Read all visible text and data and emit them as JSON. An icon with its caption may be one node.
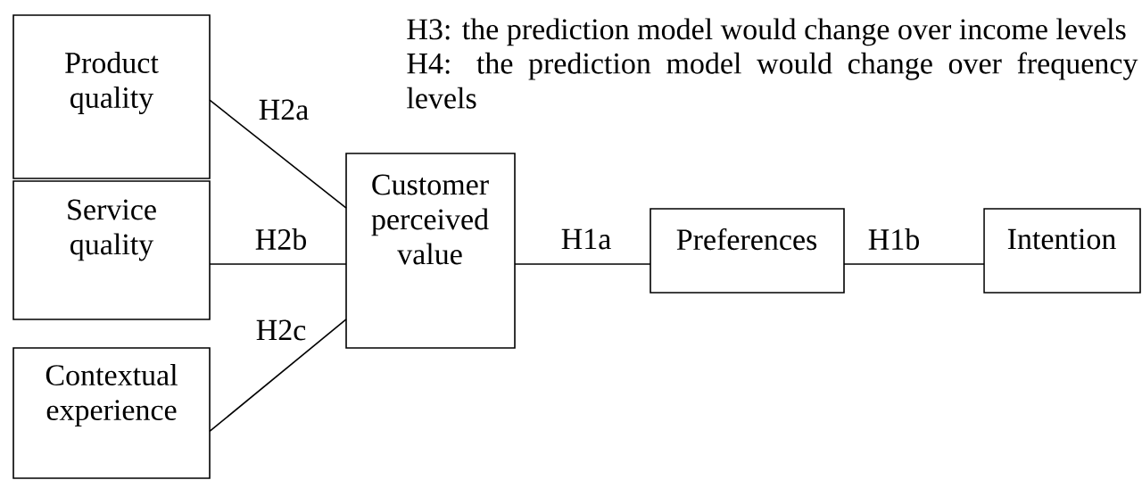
{
  "diagram": {
    "nodes": [
      {
        "text": [
          "Product quality"
        ]
      },
      {
        "text": [
          "Service quality"
        ]
      },
      {
        "text": [
          "Contextual experience"
        ]
      },
      {
        "text": [
          "Customer perceived value"
        ]
      },
      {
        "text": [
          "Preferences"
        ]
      },
      {
        "text": [
          "Intention"
        ]
      }
    ],
    "edges": [
      {
        "from": 0,
        "to": 3,
        "arrow": "none",
        "label": "H2a"
      },
      {
        "from": 1,
        "to": 3,
        "arrow": "none",
        "label": "H2b"
      },
      {
        "from": 2,
        "to": 3,
        "arrow": "none",
        "label": "H2c"
      },
      {
        "from": 3,
        "to": 4,
        "arrow": "none",
        "label": "H1a"
      },
      {
        "from": 4,
        "to": 5,
        "arrow": "none",
        "label": "H1b"
      }
    ],
    "labels": [
      "H3: the prediction model would change over income levels",
      "H4: the prediction model would change over frequency levels"
    ]
  }
}
